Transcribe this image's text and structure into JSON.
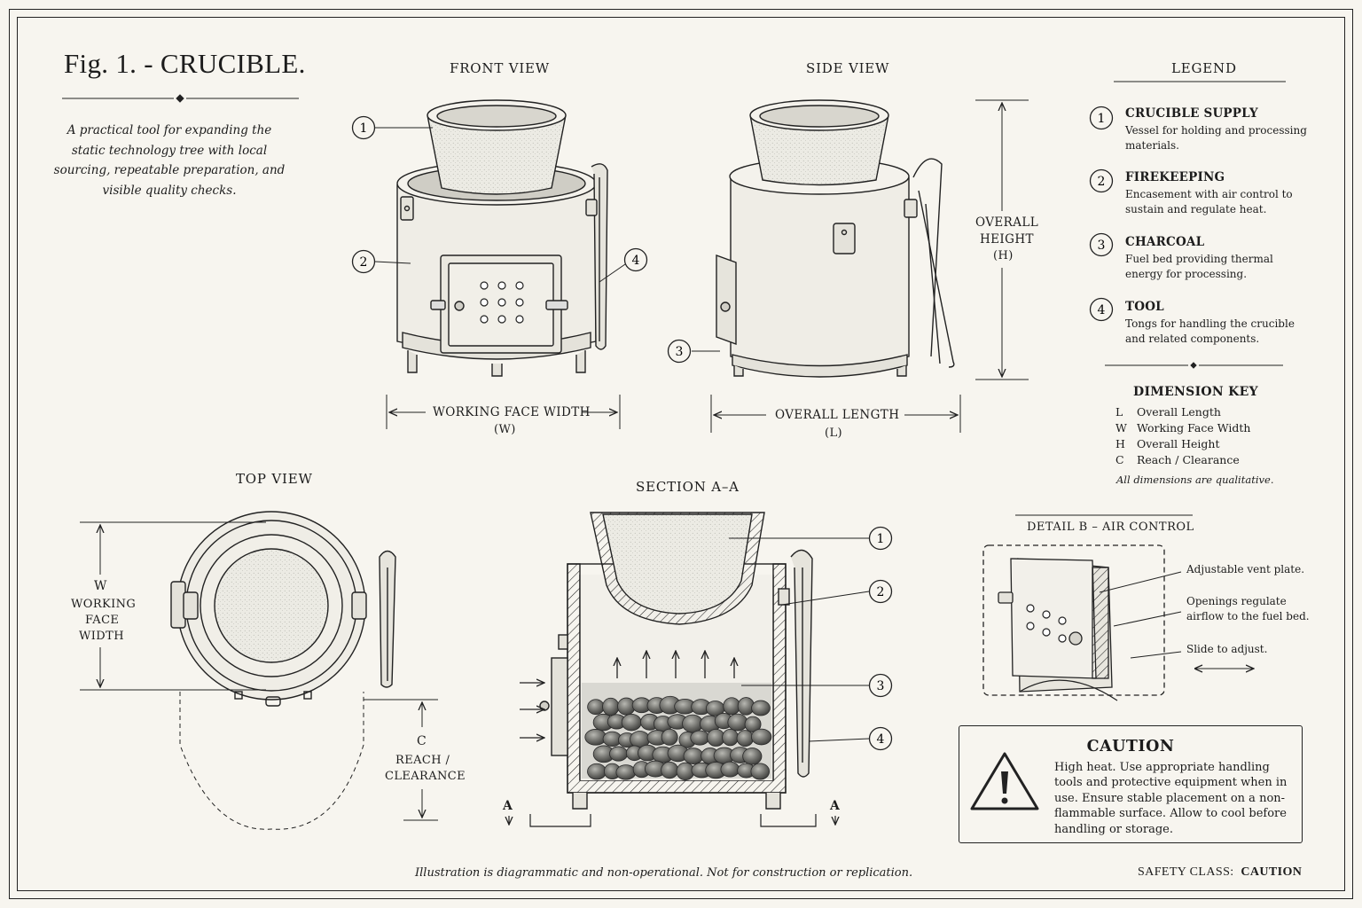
{
  "figure": {
    "title": "Fig. 1. - CRUCIBLE.",
    "description": "A practical tool for expanding the static technology tree with local sourcing, repeatable preparation, and visible quality checks."
  },
  "views": {
    "front": "FRONT VIEW",
    "side": "SIDE VIEW",
    "top": "TOP VIEW",
    "section": "SECTION A–A",
    "detail": "DETAIL B – AIR CONTROL"
  },
  "callouts": [
    "1",
    "2",
    "3",
    "4"
  ],
  "dimensions": {
    "working_face_width": "WORKING FACE WIDTH",
    "w_symbol": "(W)",
    "overall_length": "OVERALL LENGTH",
    "l_symbol": "(L)",
    "overall_height_line1": "OVERALL",
    "overall_height_line2": "HEIGHT",
    "h_symbol": "(H)",
    "top_w": "W",
    "top_w_line1": "WORKING",
    "top_w_line2": "FACE",
    "top_w_line3": "WIDTH",
    "top_c": "C",
    "top_c_line1": "REACH /",
    "top_c_line2": "CLEARANCE"
  },
  "section_markers": {
    "left": "A",
    "right": "A"
  },
  "legend": {
    "heading": "LEGEND",
    "items": [
      {
        "num": "1",
        "title": "CRUCIBLE SUPPLY",
        "desc": "Vessel for holding and processing materials."
      },
      {
        "num": "2",
        "title": "FIREKEEPING",
        "desc": "Encasement with air control to sustain and regulate heat."
      },
      {
        "num": "3",
        "title": "CHARCOAL",
        "desc": "Fuel bed providing thermal energy for processing."
      },
      {
        "num": "4",
        "title": "TOOL",
        "desc": "Tongs for handling the crucible and related components."
      }
    ]
  },
  "dimension_key": {
    "heading": "DIMENSION KEY",
    "rows": [
      {
        "letter": "L",
        "label": "Overall Length"
      },
      {
        "letter": "W",
        "label": "Working Face Width"
      },
      {
        "letter": "H",
        "label": "Overall Height"
      },
      {
        "letter": "C",
        "label": "Reach / Clearance"
      }
    ],
    "note": "All dimensions are qualitative."
  },
  "detail_b": {
    "notes": [
      "Adjustable vent plate.",
      "Openings regulate",
      "airflow to the fuel bed.",
      "Slide to adjust."
    ]
  },
  "caution": {
    "title": "CAUTION",
    "body": "High heat. Use appropriate handling tools and protective equipment when in use. Ensure stable placement on a non-flammable surface. Allow to cool before handling or storage."
  },
  "footer": {
    "disclaimer": "Illustration is diagrammatic and non-operational. Not for construction or replication.",
    "safety_label": "SAFETY CLASS:",
    "safety_value": "CAUTION"
  },
  "colors": {
    "paper": "#f7f5ef",
    "ink": "#1c1c1c",
    "fill": "#e9e6dd",
    "charcoal": "#5a5a5a"
  }
}
